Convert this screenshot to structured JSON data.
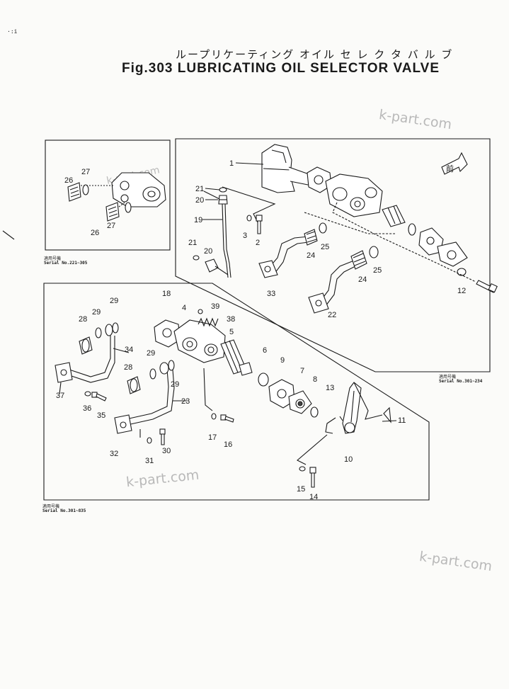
{
  "corner_mark": "·:i",
  "title": {
    "japanese": "ループリケーティング オイル セ レ ク タ バ ル ブ",
    "english": "Fig.303 LUBRICATING OIL SELECTOR VALVE"
  },
  "watermarks": [
    "k-part.com",
    "k-part.com",
    "k-part.com",
    "k-part.com"
  ],
  "arrow_tag": "前",
  "panels": {
    "top_left": {
      "serial_label_jp": "適用号機",
      "serial_text": "Serial No.221~305"
    },
    "right": {
      "serial_label_jp": "適用号機",
      "serial_text": "Serial No.301~234"
    },
    "bottom": {
      "serial_label_jp": "適用号機",
      "serial_text": "Serial No.301~835"
    }
  },
  "callouts": {
    "c1": "1",
    "c2": "2",
    "c3": "3",
    "c4": "4",
    "c5": "5",
    "c6": "6",
    "c7": "7",
    "c8": "8",
    "c9": "9",
    "c10": "10",
    "c11": "11",
    "c12": "12",
    "c13": "13",
    "c14": "14",
    "c15": "15",
    "c16": "16",
    "c17": "17",
    "c18": "18",
    "c19": "19",
    "c20": "20",
    "c21": "21",
    "c22": "22",
    "c23": "23",
    "c24": "24",
    "c25": "25",
    "c26": "26",
    "c27": "27",
    "c28": "28",
    "c29": "29",
    "c30": "30",
    "c31": "31",
    "c32": "32",
    "c33": "33",
    "c34": "34",
    "c35": "35",
    "c36": "36",
    "c37": "37",
    "c38": "38",
    "c39": "39"
  }
}
